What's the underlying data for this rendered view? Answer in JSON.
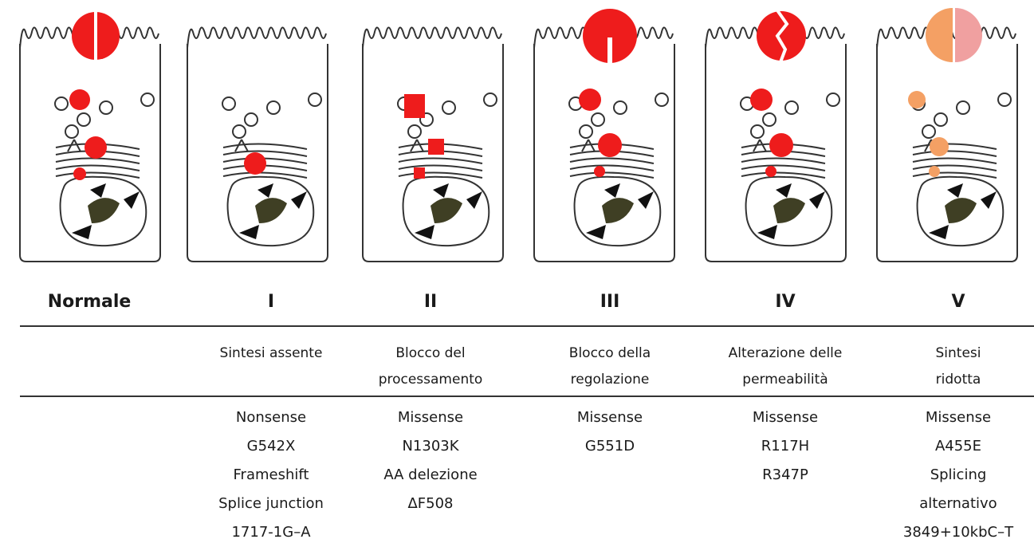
{
  "columns": [
    {
      "header": "Normale",
      "mechanism": [],
      "mutations": []
    },
    {
      "header": "I",
      "mechanism": [
        "Sintesi assente"
      ],
      "mutations": [
        "Nonsense",
        "G542X",
        "Frameshift",
        "Splice junction",
        "1717-1G–A"
      ]
    },
    {
      "header": "II",
      "mechanism": [
        "Blocco del",
        "processamento"
      ],
      "mutations": [
        "Missense",
        "N1303K",
        "AA delezione",
        "ΔF508"
      ]
    },
    {
      "header": "III",
      "mechanism": [
        "Blocco della",
        "regolazione"
      ],
      "mutations": [
        "Missense",
        "G551D"
      ]
    },
    {
      "header": "IV",
      "mechanism": [
        "Alterazione delle",
        "permeabilità"
      ],
      "mutations": [
        "Missense",
        "R117H",
        "R347P"
      ]
    },
    {
      "header": "V",
      "mechanism": [
        "Sintesi",
        "ridotta"
      ],
      "mutations": [
        "Missense",
        "A455E",
        "Splicing",
        "alternativo",
        "3849+10kbC–T"
      ]
    }
  ],
  "colors": {
    "protein": "#ee1c1c",
    "reduced_protein": "#f4a064",
    "nucleus_content": "#3f3f24",
    "outline": "#333333"
  }
}
